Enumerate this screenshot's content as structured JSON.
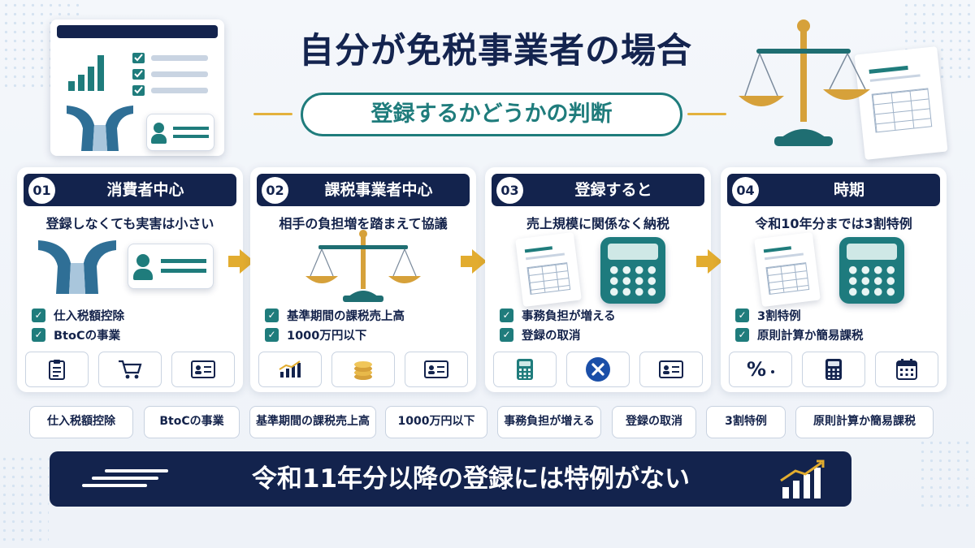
{
  "header": {
    "title": "自分が免税事業者の場合",
    "subtitle": "登録するかどうかの判断"
  },
  "steps": [
    {
      "number": "01",
      "title": "消費者中心",
      "subtitle": "登録しなくても実害は小さい",
      "checks": [
        "仕入税額控除",
        "BtoCの事業"
      ],
      "icons": [
        "clipboard-icon",
        "shopping-cart-icon",
        "id-card-icon"
      ]
    },
    {
      "number": "02",
      "title": "課税事業者中心",
      "subtitle": "相手の負担増を踏まえて協議",
      "checks": [
        "基準期間の課税売上高",
        "1000万円以下"
      ],
      "icons": [
        "bar-chart-icon",
        "coins-icon",
        "id-card-icon"
      ]
    },
    {
      "number": "03",
      "title": "登録すると",
      "subtitle": "売上規模に関係なく納税",
      "checks": [
        "事務負担が増える",
        "登録の取消"
      ],
      "icons": [
        "calculator-icon",
        "cancel-x-icon",
        "id-card-icon"
      ]
    },
    {
      "number": "04",
      "title": "時期",
      "subtitle": "令和10年分までは3割特例",
      "checks": [
        "3割特例",
        "原則計算か簡易課税"
      ],
      "icons": [
        "percent-icon",
        "calculator-icon",
        "calendar-icon"
      ],
      "percent_label": "%"
    }
  ],
  "tags": [
    "仕入税額控除",
    "BtoCの事業",
    "基準期間の課税売上高",
    "1000万円以下",
    "事務負担が増える",
    "登録の取消",
    "3割特例",
    "原則計算か簡易課税"
  ],
  "banner": {
    "text": "令和11年分以降の登録には特例がない"
  },
  "colors": {
    "navy": "#13234d",
    "teal": "#1f7c7c",
    "gold": "#e2ac2f",
    "background": "#f1f5fa"
  }
}
